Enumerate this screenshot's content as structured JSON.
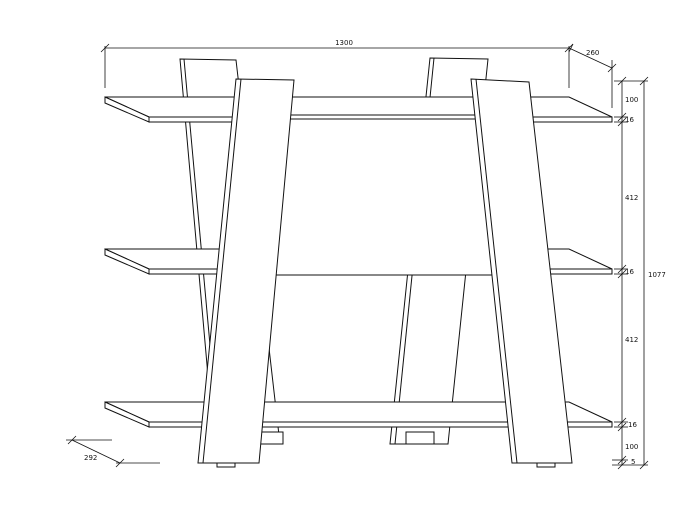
{
  "drawing": {
    "dimensions": {
      "overall_width": "1300",
      "overall_depth": "260",
      "shelf_depth": "292",
      "overall_height": "1077",
      "top_gap": "100",
      "shelf_thickness_top": "16",
      "section_upper": "412",
      "shelf_thickness_middle": "16",
      "section_lower": "412",
      "shelf_thickness_bottom": "16",
      "bottom_gap": "100",
      "foot_height": "5"
    }
  }
}
